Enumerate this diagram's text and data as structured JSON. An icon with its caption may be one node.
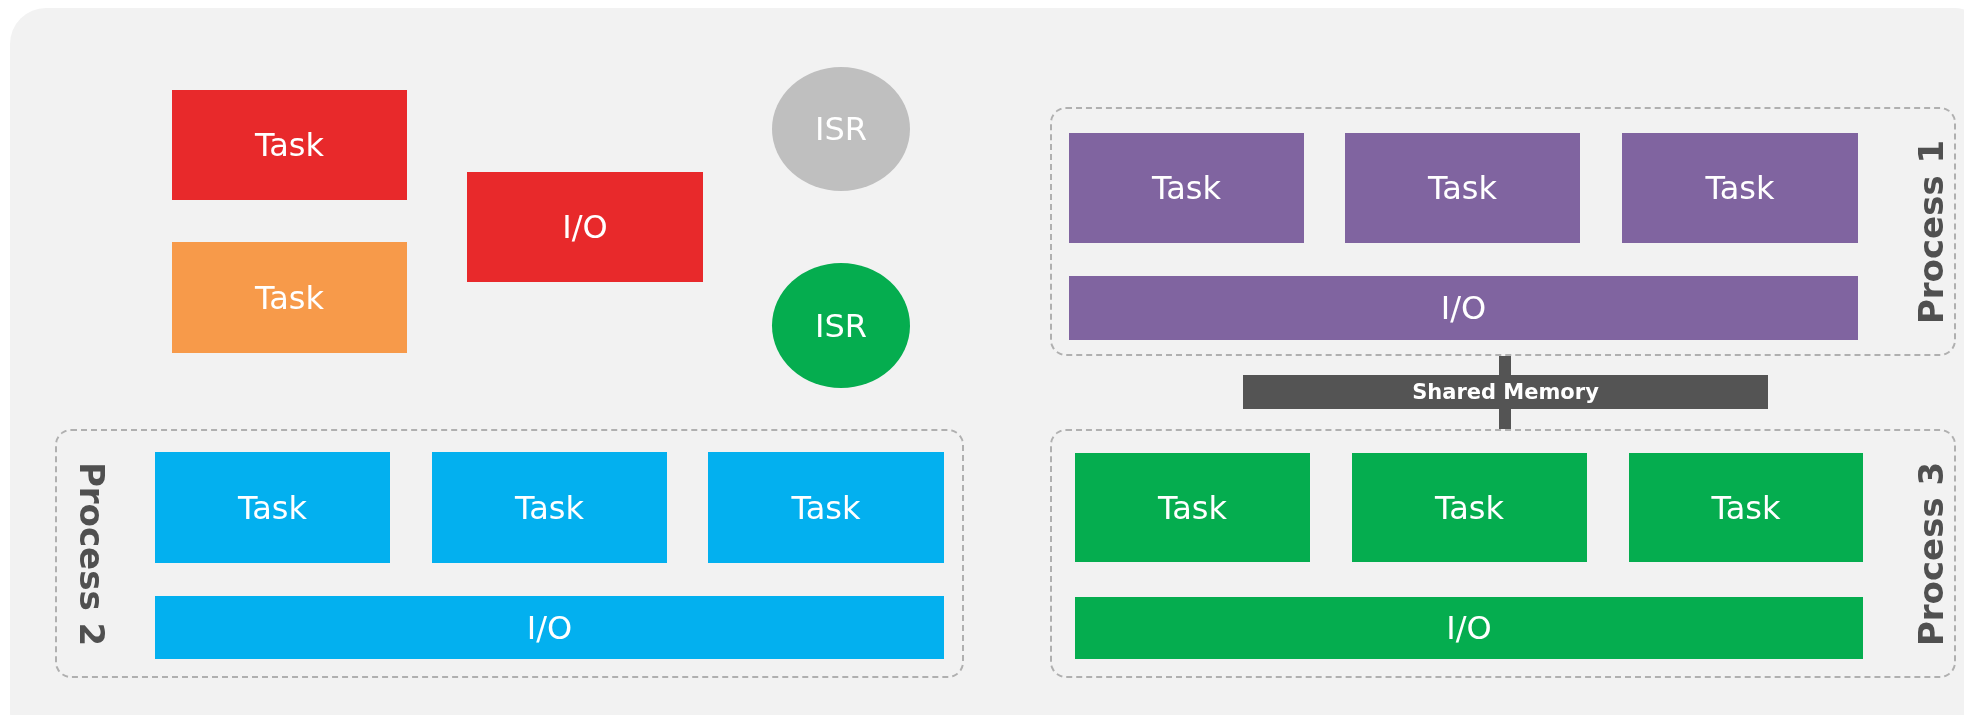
{
  "diagram": {
    "nodes": [
      {
        "text": [
          "Task"
        ]
      },
      {
        "text": [
          "ISR"
        ]
      },
      {
        "text": [
          "I/O"
        ]
      },
      {
        "text": [
          "Task"
        ]
      },
      {
        "text": [
          "ISR"
        ]
      },
      {
        "text": [
          "Process 1"
        ]
      },
      {
        "text": [
          "Task"
        ],
        "in": 5
      },
      {
        "text": [
          "Task"
        ],
        "in": 5
      },
      {
        "text": [
          "Task"
        ],
        "in": 5
      },
      {
        "text": [
          "I/O"
        ],
        "in": 5
      },
      {
        "text": [
          "Shared Memory"
        ]
      },
      {
        "text": [
          "Process 2"
        ]
      },
      {
        "text": [
          "Task"
        ],
        "in": 11
      },
      {
        "text": [
          "Task"
        ],
        "in": 11
      },
      {
        "text": [
          "Task"
        ],
        "in": 11
      },
      {
        "text": [
          "I/O"
        ],
        "in": 11
      },
      {
        "text": [
          "Process 3"
        ]
      },
      {
        "text": [
          "Task"
        ],
        "in": 16
      },
      {
        "text": [
          "Task"
        ],
        "in": 16
      },
      {
        "text": [
          "Task"
        ],
        "in": 16
      },
      {
        "text": [
          "I/O"
        ],
        "in": 16
      }
    ],
    "edges": [
      {
        "from": 5,
        "to": 10,
        "arrow": "none"
      },
      {
        "from": 10,
        "to": 16,
        "arrow": "none"
      }
    ]
  }
}
